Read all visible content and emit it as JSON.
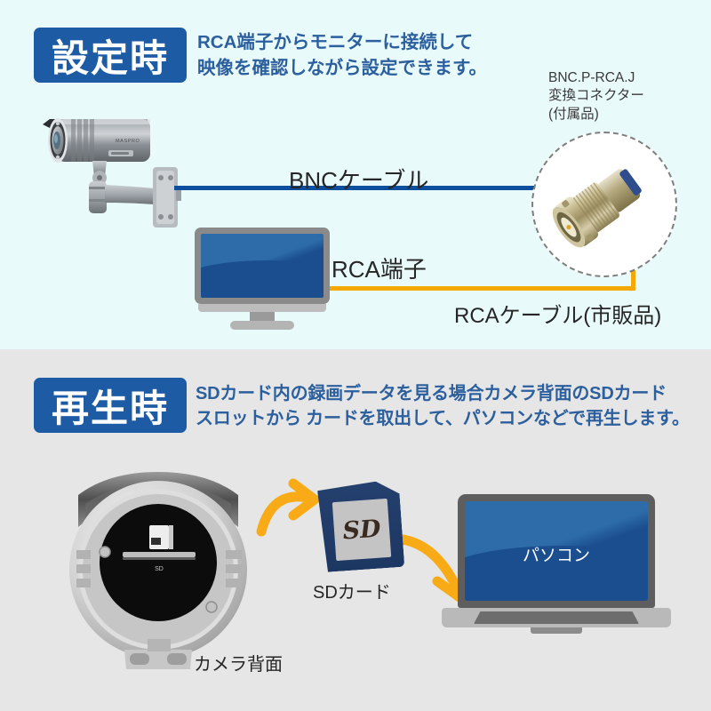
{
  "page": {
    "title": "防犯カメラ 設定時・再生時 説明図",
    "colors": {
      "section_setup_bg": "#e9fafb",
      "section_playback_bg": "#e6e6e6",
      "badge_blue": "#1d5ba4",
      "headline_blue": "#2c5f9e",
      "bnc_cable_blue": "#0b4f9e",
      "rca_cable_orange": "#f5a800",
      "arrow_orange": "#f9ab17",
      "screen_blue": "#2d6ca8"
    }
  },
  "sections": {
    "setup": {
      "badge": "設定時",
      "description": "RCA端子からモニターに接続して\n映像を確認しながら設定できます。",
      "labels": {
        "bnc_cable": "BNCケーブル",
        "rca_jack": "RCA端子",
        "rca_cable": "RCAケーブル(市販品)",
        "connector": "BNC.P-RCA.J\n変換コネクター\n(付属品)"
      },
      "devices": {
        "camera": "防犯カメラ",
        "monitor": "モニター",
        "connector_photo": "BNC変換コネクター"
      }
    },
    "playback": {
      "badge": "再生時",
      "description": "SDカード内の録画データを見る場合カメラ背面のSDカード\nスロットから カードを取出して、パソコンなどで再生します。",
      "labels": {
        "sd_card": "SDカード",
        "camera_back": "カメラ背面",
        "pc_screen": "パソコン"
      },
      "camera_slot_text": "SD",
      "sd_logo_text": "SD"
    }
  }
}
